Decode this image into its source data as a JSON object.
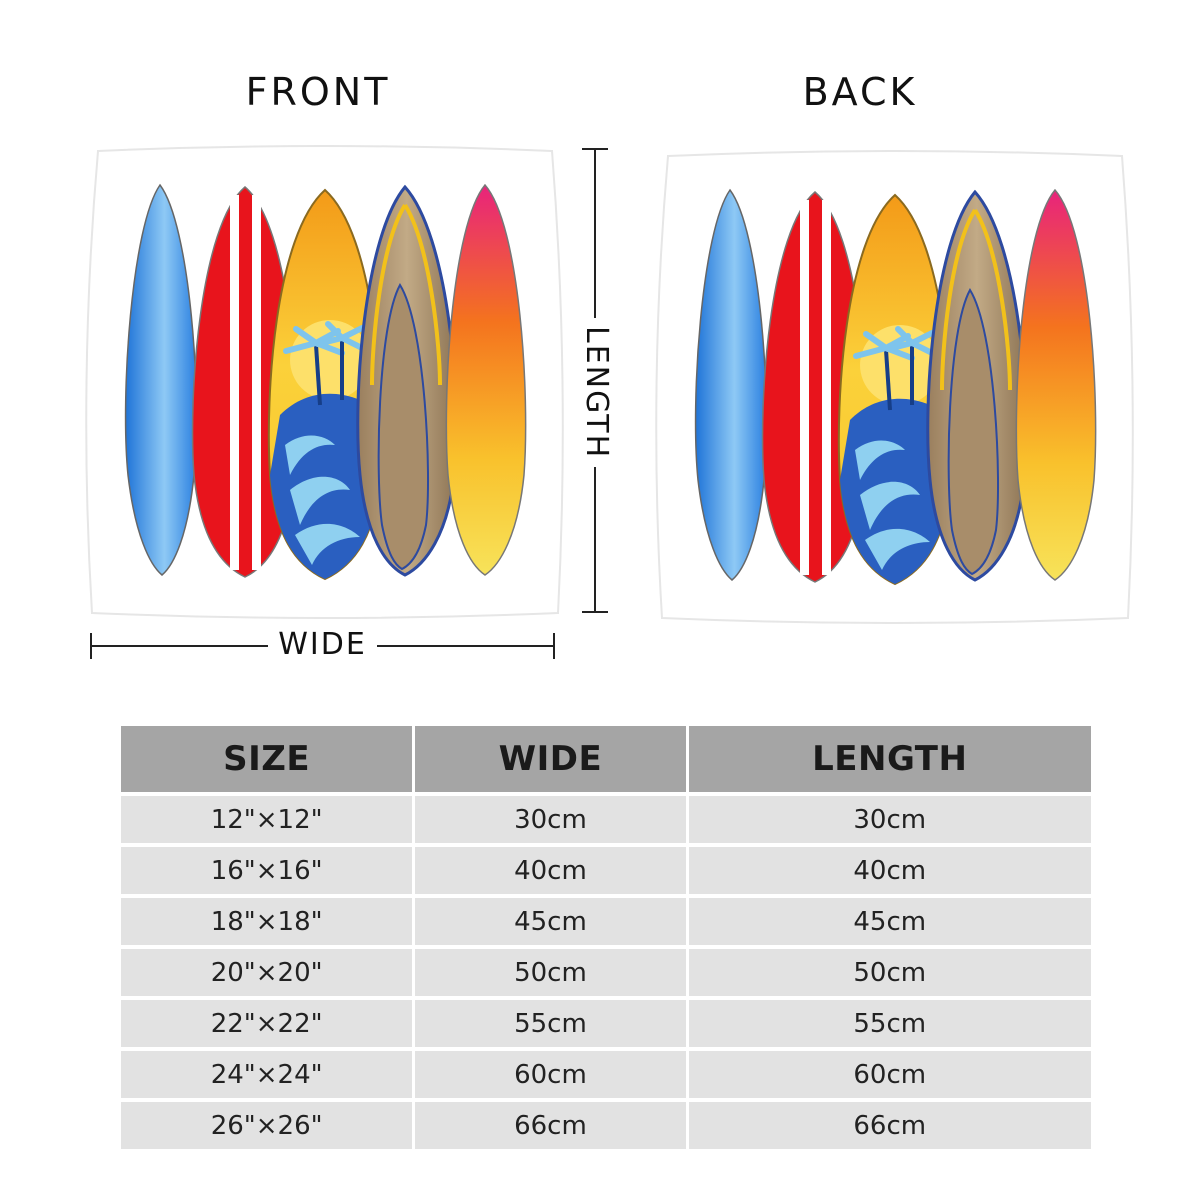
{
  "labels": {
    "front": "FRONT",
    "back": "BACK",
    "wide": "WIDE",
    "length": "LENGTH"
  },
  "colors": {
    "header_bg": "#a5a5a5",
    "row_bg": "#e2e2e2",
    "blue_board": "#3a8ee6",
    "red_board": "#e8141c",
    "orange_board": "#f7a21c",
    "wood_board": "#a88d6a",
    "gradient_board": "#e8307a"
  },
  "table": {
    "headers": [
      "SIZE",
      "WIDE",
      "LENGTH"
    ],
    "rows": [
      [
        "12\"×12\"",
        "30cm",
        "30cm"
      ],
      [
        "16\"×16\"",
        "40cm",
        "40cm"
      ],
      [
        "18\"×18\"",
        "45cm",
        "45cm"
      ],
      [
        "20\"×20\"",
        "50cm",
        "50cm"
      ],
      [
        "22\"×22\"",
        "55cm",
        "55cm"
      ],
      [
        "24\"×24\"",
        "60cm",
        "60cm"
      ],
      [
        "26\"×26\"",
        "66cm",
        "66cm"
      ]
    ]
  }
}
